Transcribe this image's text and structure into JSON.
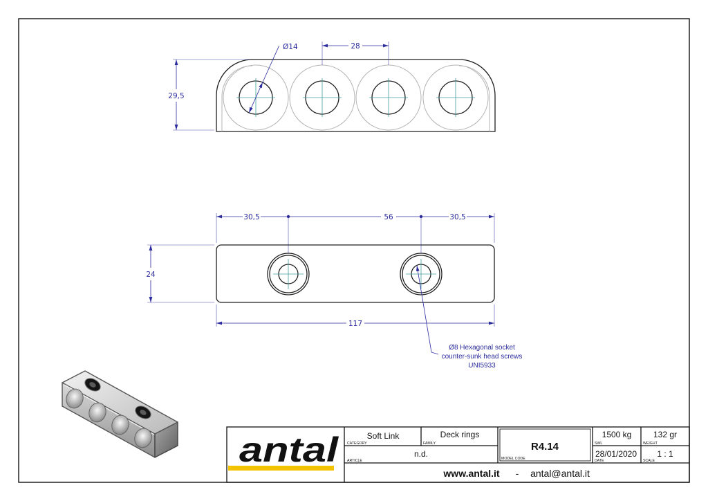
{
  "colors": {
    "dimension": "#2b2b9e",
    "center_line": "#3f9c9c",
    "outline": "#1e1e1e",
    "hidden_line": "#b3b3b3",
    "brand_yellow": "#f3c300"
  },
  "side_view": {
    "diameter_label": "Ø14",
    "pitch_label": "28",
    "height_label": "29,5"
  },
  "plan_view": {
    "left_offset_label": "30,5",
    "hole_spacing_label": "56",
    "right_offset_label": "30,5",
    "width_label": "24",
    "length_label": "117",
    "note": [
      "Ø8 Hexagonal socket",
      "counter-sunk head screws",
      "UNI5933"
    ]
  },
  "title_block": {
    "logo": "antal",
    "category": {
      "label": "CATEGORY",
      "value": "Soft Link"
    },
    "family": {
      "label": "FAMILY",
      "value": "Deck rings"
    },
    "article": {
      "label": "ARTICLE",
      "value": "n.d."
    },
    "model_code": {
      "label": "MODEL CODE",
      "value": "R4.14"
    },
    "swl": {
      "label": "SWL",
      "value": "1500 kg"
    },
    "weight": {
      "label": "WEIGHT",
      "value": "132 gr"
    },
    "date": {
      "label": "DATE",
      "value": "28/01/2020"
    },
    "scale": {
      "label": "SCALE",
      "value": "1 : 1"
    },
    "website": "www.antal.it",
    "separator": "-",
    "email": "antal@antal.it"
  }
}
